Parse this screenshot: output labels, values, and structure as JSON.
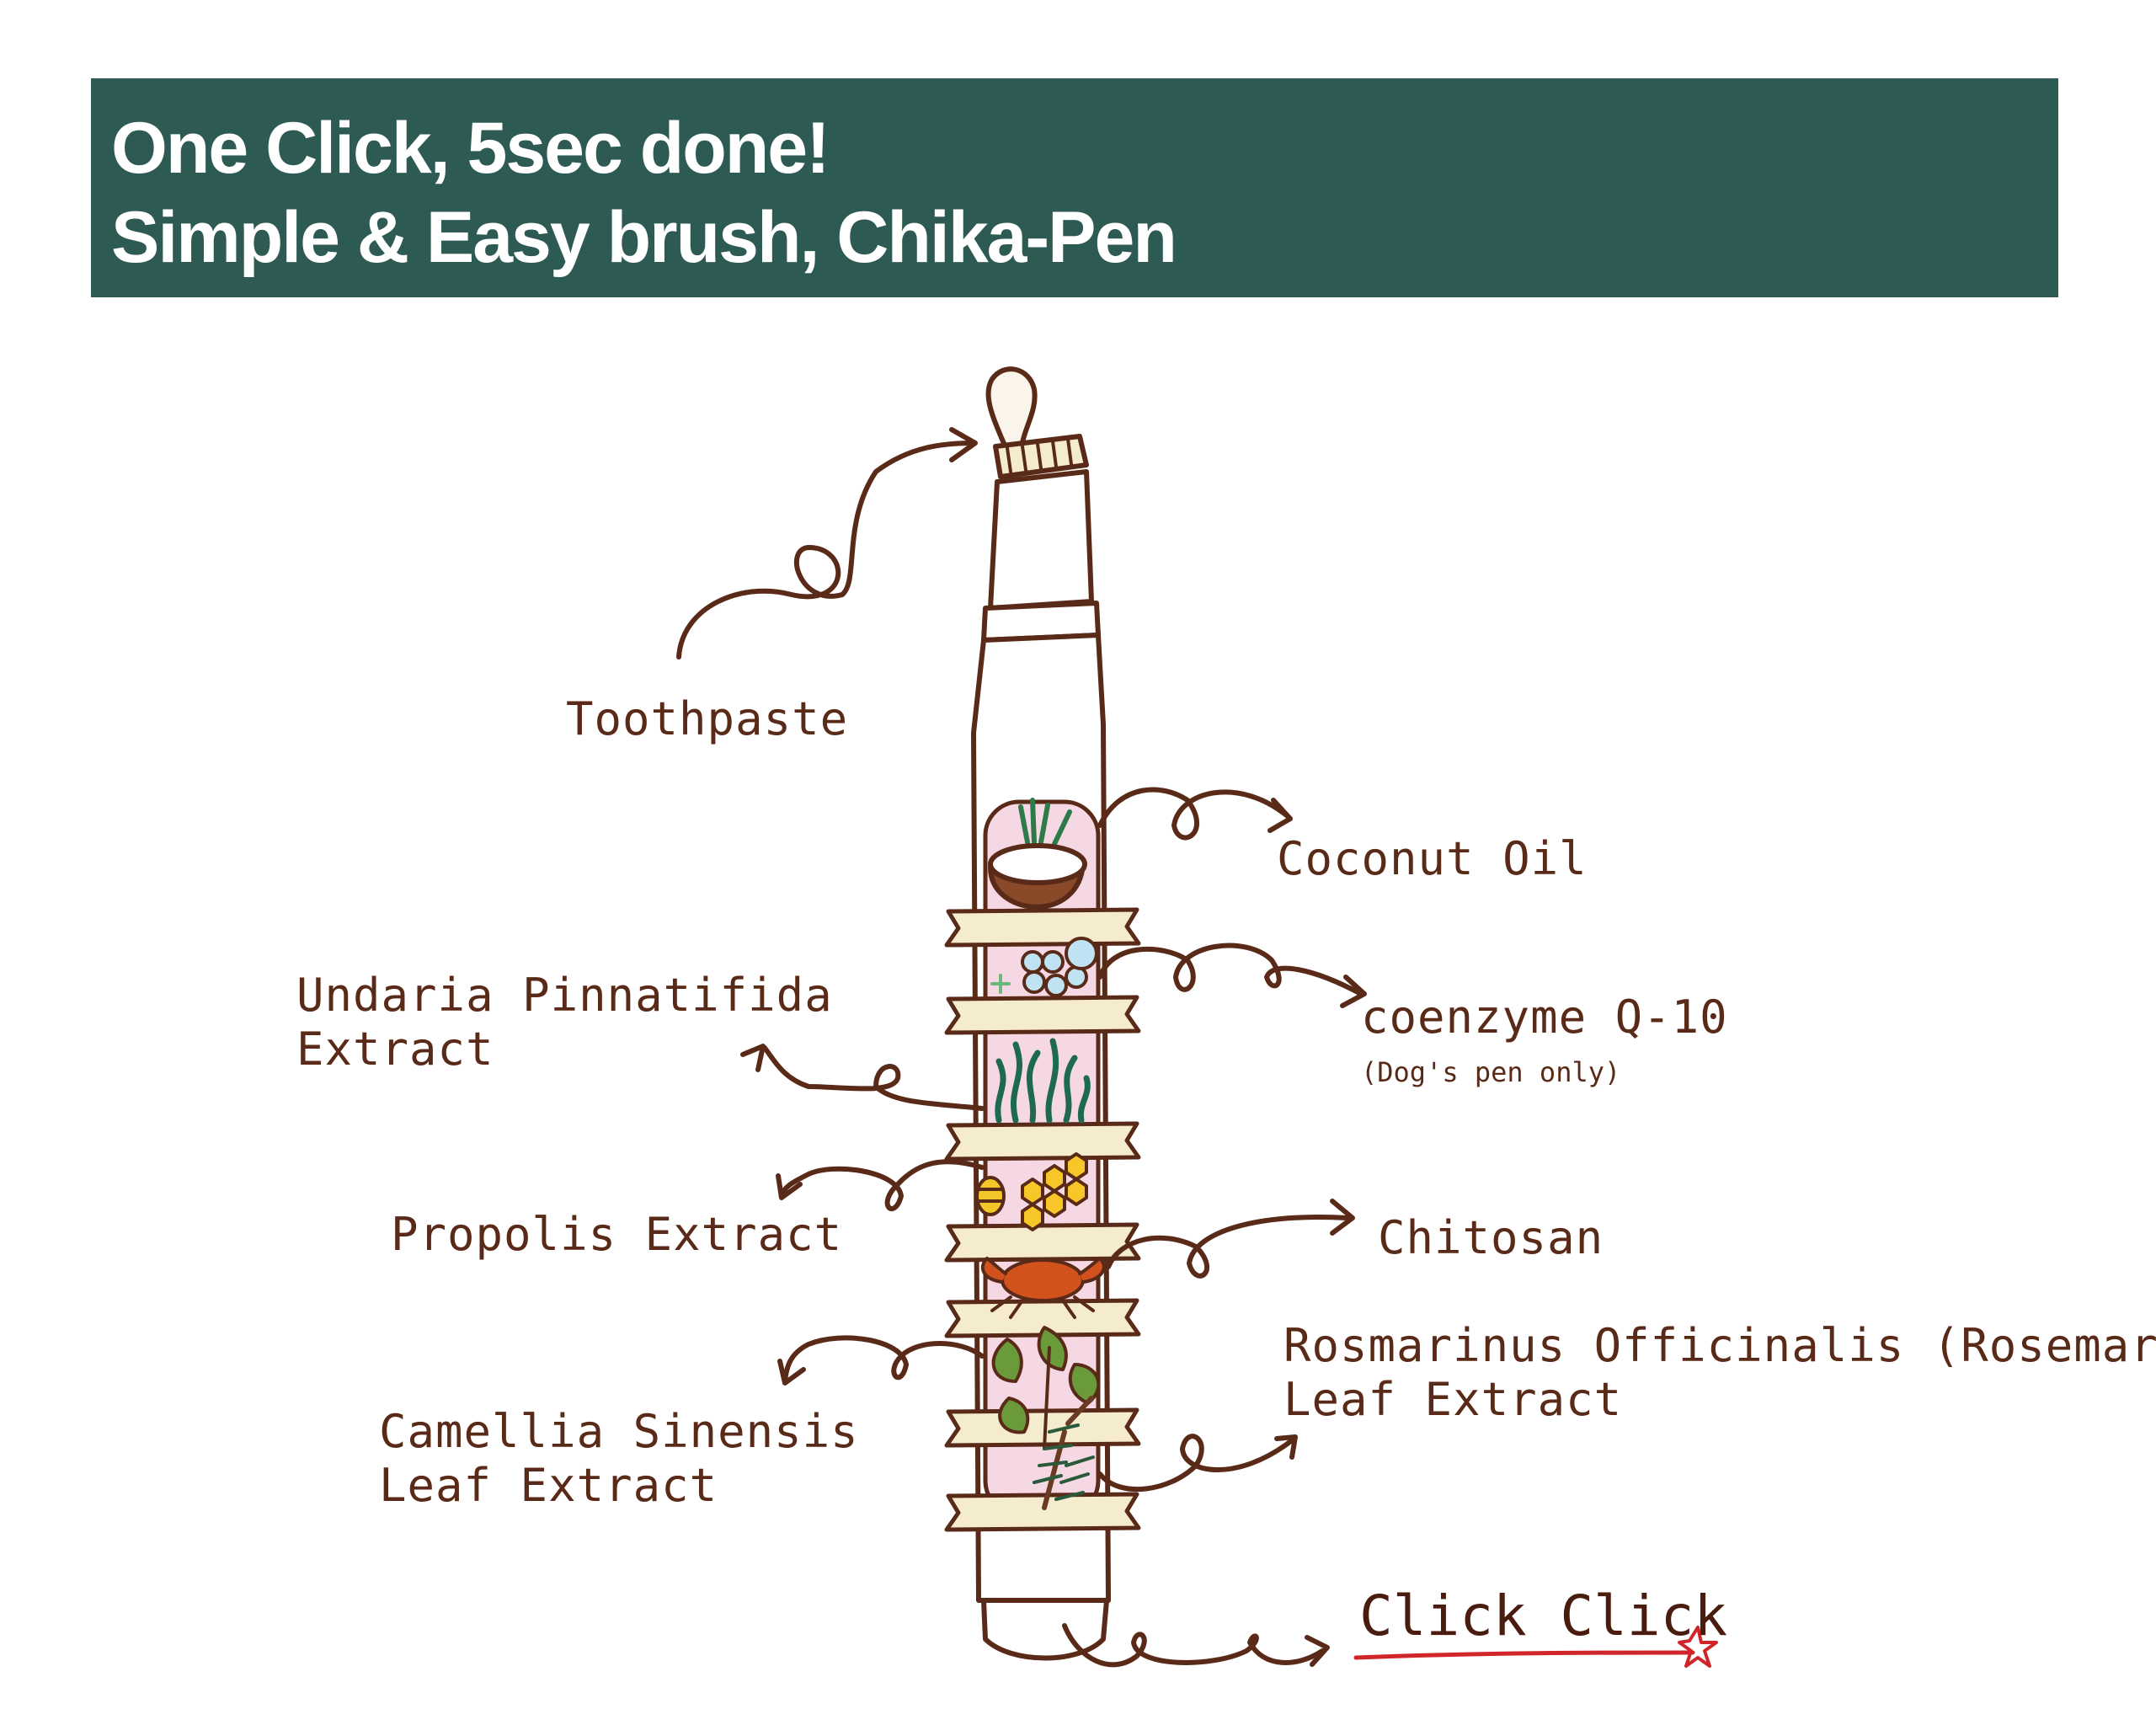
{
  "banner": {
    "line1": "One Click, 5sec done!",
    "line2": "Simple & Easy brush, Chika-Pen",
    "background": "#2e5a54"
  },
  "labels": {
    "toothpaste": "Toothpaste",
    "coconut_oil": "Coconut Oil",
    "undaria_line1": "Undaria Pinnatifida",
    "undaria_line2": "Extract",
    "coenzyme": "coenzyme Q-10",
    "coenzyme_note": "(Dog's pen only)",
    "propolis": "Propolis Extract",
    "chitosan": "Chitosan",
    "rosemary_line1": "Rosmarinus Officinalis (Rosemary)",
    "rosemary_line2": "Leaf Extract",
    "camellia_line1": "Camellia Sinensis",
    "camellia_line2": "Leaf Extract",
    "click": "Click Click"
  },
  "colors": {
    "ink": "#5a2a18",
    "pen_fill": "#f6d8e4",
    "ribbon": "#f5ecd0",
    "accent_red": "#d0262a"
  }
}
